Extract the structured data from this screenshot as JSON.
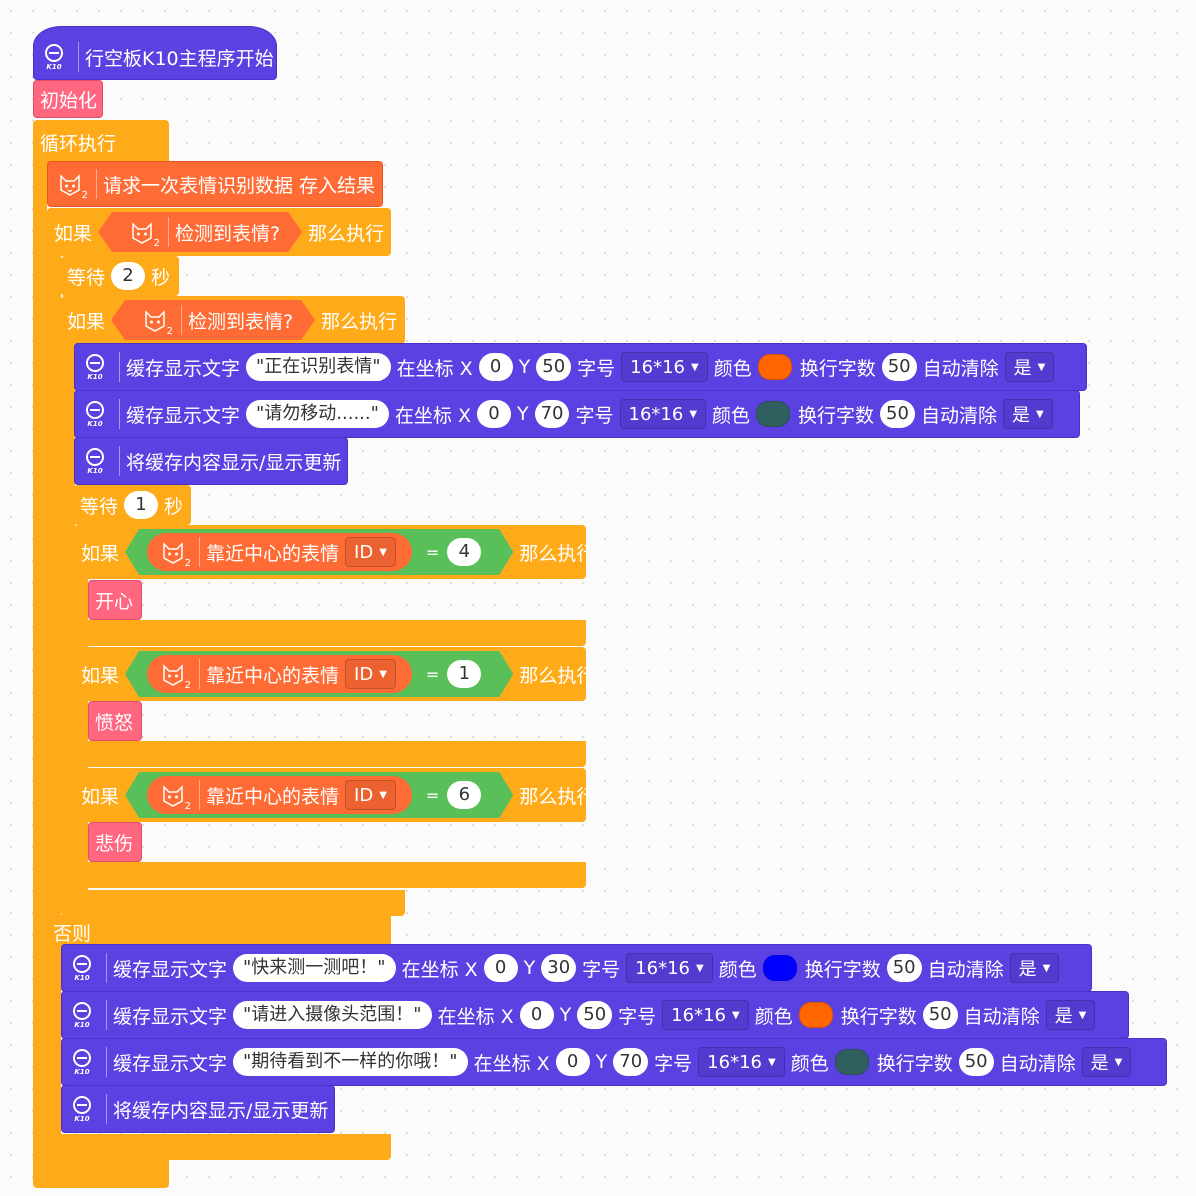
{
  "k10_label": "K10",
  "hat": {
    "label": "行空板K10主程序开始"
  },
  "init_label": "初始化",
  "loop_label": "循环执行",
  "request": {
    "label": "请求一次表情识别数据 存入结果",
    "sub": "2"
  },
  "if_label": "如果",
  "then_label": "那么执行",
  "else_label": "否则",
  "detected_label": "检测到表情?",
  "wait": {
    "label": "等待",
    "unit": "秒",
    "first": "2",
    "second": "1"
  },
  "display": {
    "label": "缓存显示文字",
    "at": "在坐标 X",
    "y": "Y",
    "font": "字号",
    "color": "颜色",
    "wrap": "换行字数",
    "clear": "自动清除",
    "update": "将缓存内容显示/显示更新"
  },
  "inner_texts": [
    {
      "text": "\"正在识别表情\"",
      "x": "0",
      "y": "50",
      "font": "16*16",
      "color": "#ff6600",
      "wrap": "50",
      "clear": "是"
    },
    {
      "text": "\"请勿移动......\"",
      "x": "0",
      "y": "70",
      "font": "16*16",
      "color": "#2f5f5f",
      "wrap": "50",
      "clear": "是"
    }
  ],
  "else_texts": [
    {
      "text": "\"快来测一测吧！\"",
      "x": "0",
      "y": "30",
      "font": "16*16",
      "color": "#0000ff",
      "wrap": "50",
      "clear": "是"
    },
    {
      "text": "\"请进入摄像头范围！\"",
      "x": "0",
      "y": "50",
      "font": "16*16",
      "color": "#ff6600",
      "wrap": "50",
      "clear": "是"
    },
    {
      "text": "\"期待看到不一样的你哦！\"",
      "x": "0",
      "y": "70",
      "font": "16*16",
      "color": "#2f5f5f",
      "wrap": "50",
      "clear": "是"
    }
  ],
  "emotion": {
    "label": "靠近中心的表情",
    "field": "ID",
    "eq": "="
  },
  "conditions": [
    {
      "value": "4",
      "call": "开心"
    },
    {
      "value": "1",
      "call": "愤怒"
    },
    {
      "value": "6",
      "call": "悲伤"
    }
  ],
  "colors": {
    "purple": "#5b40e2",
    "control": "#ffab19",
    "orange": "#ff6b35",
    "pink": "#ff6680",
    "green": "#59c059"
  }
}
